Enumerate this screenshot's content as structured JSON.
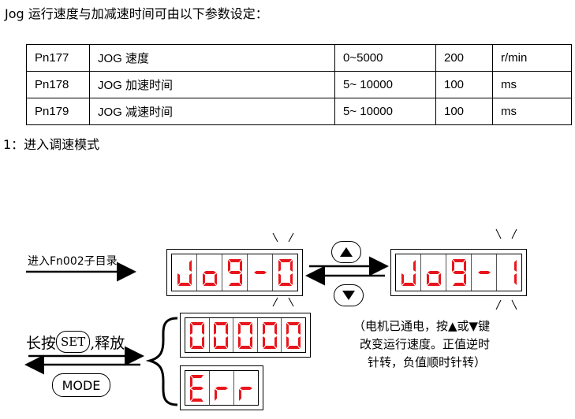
{
  "intro": "Jog 运行速度与加减速时间可由以下参数设定：",
  "table": {
    "rows": [
      [
        "Pn177",
        "JOG 速度",
        "0~5000",
        "200",
        "r/min"
      ],
      [
        "Pn178",
        "JOG 加速时间",
        "5~ 10000",
        "100",
        "ms"
      ],
      [
        "Pn179",
        "JOG 减速时间",
        "5~ 10000",
        "100",
        "ms"
      ]
    ]
  },
  "step1": "1：进入调速模式",
  "diagram": {
    "enter_label": "进入Fn002子目录",
    "display_jog0": "Jo9-0",
    "display_jog1": "Jo9-1",
    "display_zeros": "00000",
    "display_err": "Err",
    "long_press_prefix": "长按",
    "set_key": "SET",
    "release": ",释放",
    "mode_key": "MODE",
    "up_key_icon": "up-triangle",
    "down_key_icon": "down-triangle",
    "note_lines": [
      "（电机已通电，按▲或▼键",
      "改变运行速度。正值逆时",
      "针转，负值顺时针转）"
    ],
    "segment_color": "#e8161c"
  }
}
